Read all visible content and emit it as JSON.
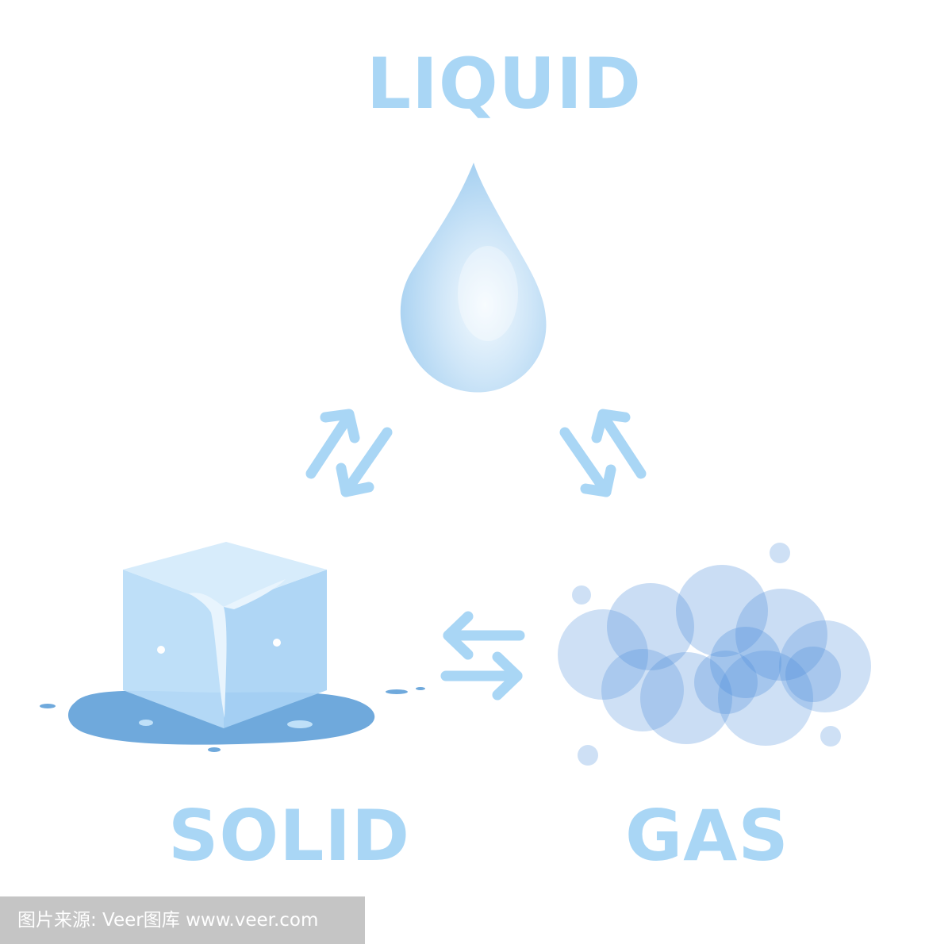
{
  "labels": {
    "liquid": "LIQUID",
    "solid": "SOLID",
    "gas": "GAS"
  },
  "watermark": "图片来源: Veer图库 www.veer.com",
  "colors": {
    "label": "#a9d6f5",
    "arrow": "#a9d6f5",
    "ice": "#aad4f5",
    "puddle": "#6fa9dc",
    "bubble": "#4f8fdc"
  }
}
